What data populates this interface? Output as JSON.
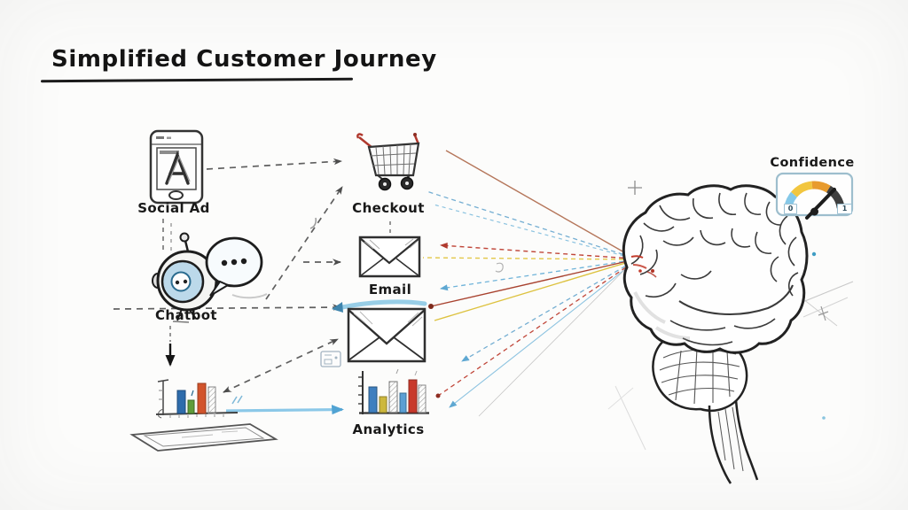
{
  "title": "Simplified Customer Journey",
  "nodes": {
    "social_ad": {
      "label": "Social Ad"
    },
    "chatbot": {
      "label": "Chatbot"
    },
    "checkout": {
      "label": "Checkout"
    },
    "email": {
      "label": "Email"
    },
    "analytics": {
      "label": "Analytics"
    }
  },
  "gauge": {
    "label": "Confidence",
    "min": "0",
    "max": "1"
  },
  "edges": [
    {
      "from": "social-ad",
      "to": "checkout",
      "style": "dashed-arrow-gray"
    },
    {
      "from": "social-ad",
      "to": "chatbot",
      "style": "dashed-gray"
    },
    {
      "from": "chatbot",
      "to": "checkout",
      "style": "dashed-arrow-gray"
    },
    {
      "from": "chatbot",
      "to": "email",
      "style": "dashed-arrow-gray"
    },
    {
      "from": "chatbot",
      "to": "large-envelope",
      "style": "dashed-arrow-gray"
    },
    {
      "from": "chatbot",
      "to": "mini-bar-chart",
      "style": "solid-arrow-black"
    },
    {
      "from": "mini-bar-chart",
      "to": "large-envelope",
      "style": "dashed-double-arrow-gray"
    },
    {
      "from": "mini-bar-chart",
      "to": "analytics",
      "style": "solid-arrow-blue"
    }
  ],
  "signals": {
    "description": "red, blue and yellow signal lines converging from the journey icons into the brain",
    "colors": [
      "#c0473a",
      "#74aed2",
      "#e3c84b"
    ]
  },
  "colors": {
    "ink": "#222222",
    "arrow_gray": "#5f5f5f",
    "accent_red": "#c0473a",
    "accent_blue": "#74aed2",
    "accent_yellow": "#e3c84b",
    "gauge_blue": "#85c8e8",
    "gauge_yellow": "#f2c63f",
    "gauge_orange": "#e89b2e",
    "gauge_dark": "#3f3f3f"
  }
}
